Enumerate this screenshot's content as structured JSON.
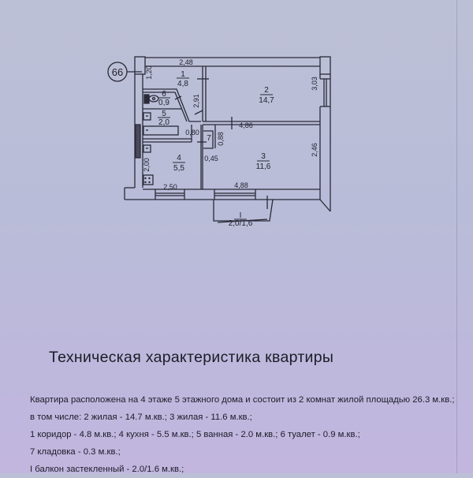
{
  "plan": {
    "apartment_number": "66",
    "rooms": [
      {
        "id": "1",
        "area": "4,8"
      },
      {
        "id": "2",
        "area": "14,7"
      },
      {
        "id": "3",
        "area": "11,6"
      },
      {
        "id": "4",
        "area": "5,5"
      },
      {
        "id": "5",
        "area": "2,0"
      },
      {
        "id": "6",
        "area": "0,9"
      },
      {
        "id": "7",
        "area": ""
      }
    ],
    "balcony": {
      "id": "I",
      "area": "2,0/1,6"
    },
    "dimensions": {
      "d_120": "1,20",
      "d_248": "2,48",
      "d_291": "2,91",
      "d_303": "3,03",
      "d_486": "4,86",
      "d_080": "0,80",
      "d_088": "0,88",
      "d_045": "0,45",
      "d_246": "2,46",
      "d_200": "2,00",
      "d_250": "2,50",
      "d_488": "4,88"
    }
  },
  "document": {
    "title": "Техническая характеристика квартиры",
    "lines": [
      "Квартира расположена на 4 этаже 5 этажного дома и состоит из 2 комнат жилой площадью 26.3 м.кв.;",
      "в том числе: 2 жилая - 14.7 м.кв.; 3 жилая - 11.6 м.кв.;",
      "1 коридор - 4.8 м.кв.; 4 кухня - 5.5 м.кв.; 5 ванная - 2.0 м.кв.; 6 туалет - 0.9 м.кв.;",
      "7 кладовка - 0.3 м.кв.;",
      "I балкон застекленный - 2.0/1.6 м.кв.;"
    ]
  }
}
